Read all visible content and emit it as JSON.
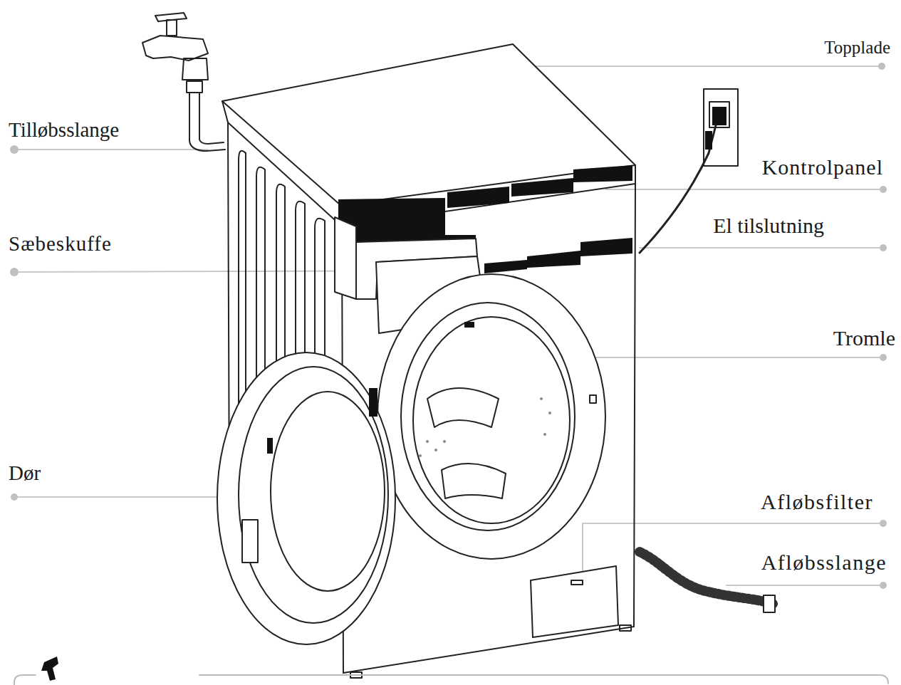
{
  "diagram": {
    "labels": [
      "Topplade",
      "Tilløbsslange",
      "Kontrolpanel",
      "Sæbeskuffe",
      "El tilslutning",
      "Tromle",
      "Dør",
      "Afløbsfilter",
      "Afløbsslange"
    ]
  }
}
